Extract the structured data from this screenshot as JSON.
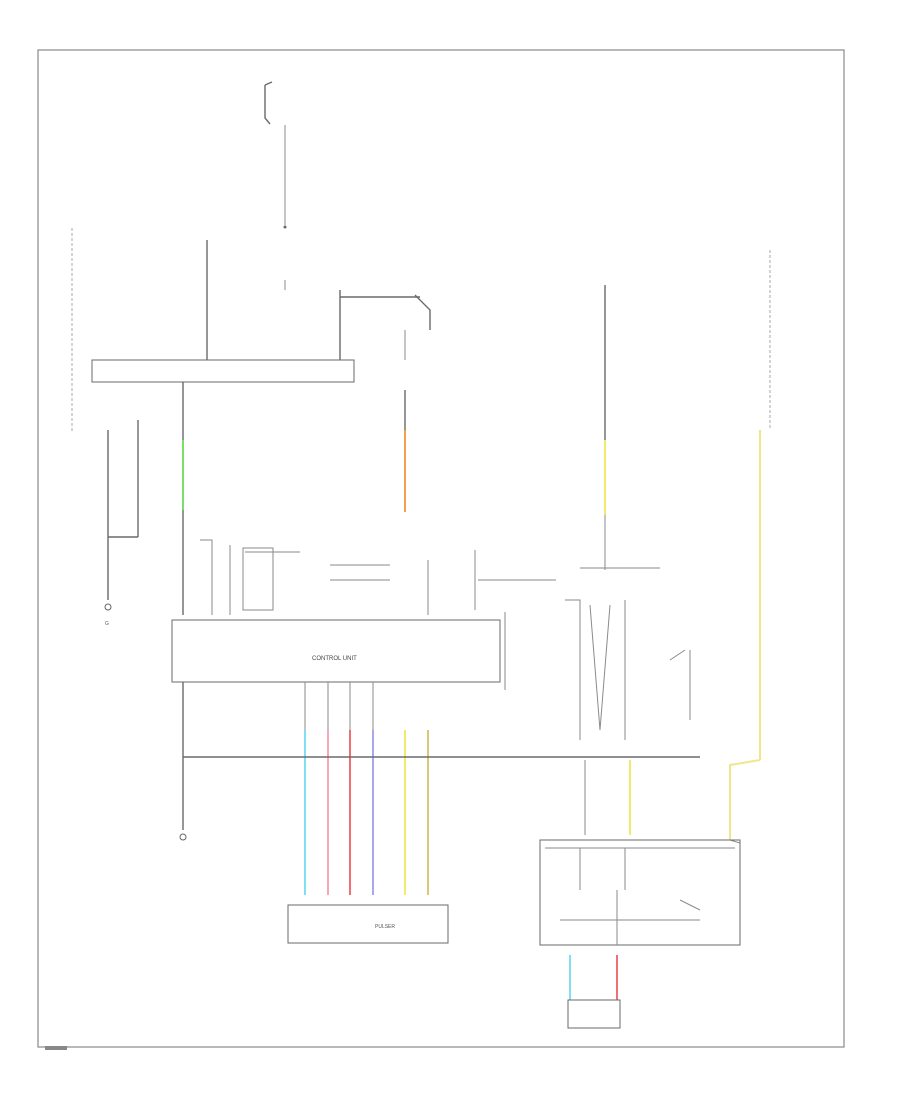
{
  "diagram": {
    "control_unit_label": "CONTROL UNIT",
    "pulser_label": "PULSER",
    "ground_label": "G",
    "colors": {
      "wire": "#6a6a6a",
      "frame": "#8a8a8a",
      "green": "#7ddc6a",
      "orange": "#f2a050",
      "yellow": "#f2ea6a",
      "light_yellow": "#eee88a",
      "cyan": "#7ee0f0",
      "pink": "#f5a8b8",
      "red": "#ee7070",
      "blue": "#a8a8f0",
      "tan": "#d9c878"
    }
  }
}
